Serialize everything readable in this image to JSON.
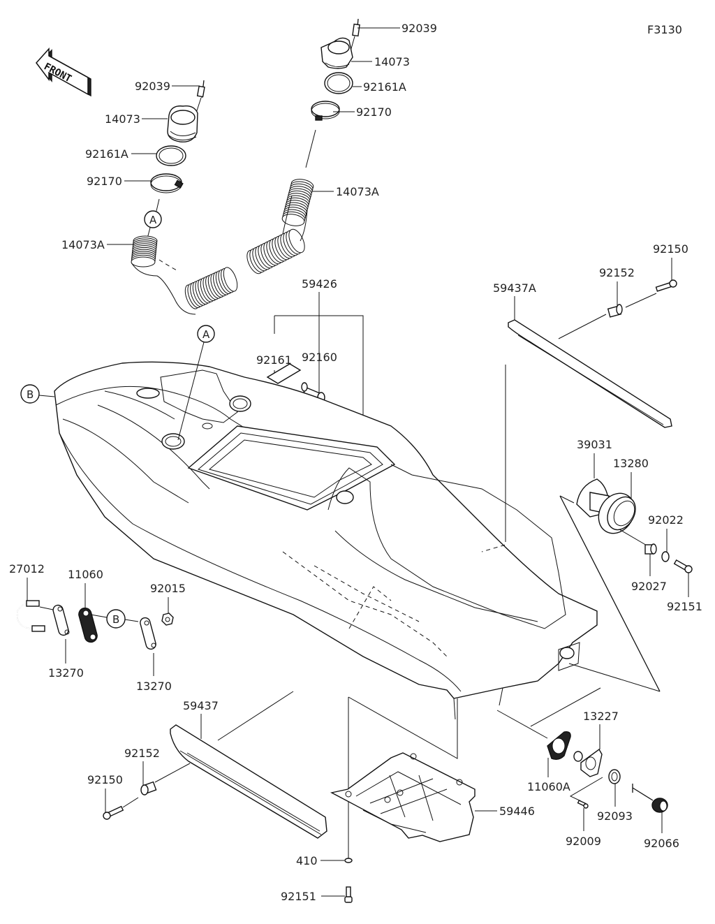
{
  "diagram": {
    "figure_code": "F3130",
    "front_label": "FRONT",
    "reference_markers": {
      "a": "A",
      "b": "B"
    },
    "parts": {
      "top_right_screw": "92039",
      "top_right_duct": "14073",
      "top_right_seal": "92161A",
      "top_right_clamp": "92170",
      "top_right_hose": "14073A",
      "top_left_screw": "92039",
      "top_left_duct": "14073",
      "top_left_seal": "92161A",
      "top_left_clamp": "92170",
      "top_left_hose": "14073A",
      "kit": "59426",
      "pad": "92161",
      "pipe": "92160",
      "right_sponson": "59437A",
      "right_collar": "92152",
      "right_bolt": "92150",
      "cover": "39031",
      "holder": "13280",
      "washer_22": "92022",
      "collar_27": "92027",
      "bolt_151_right": "92151",
      "cooling_hose": "27012",
      "gasket_11060": "11060",
      "nut": "92015",
      "plate_left": "13270",
      "plate_right": "13270",
      "left_sponson": "59437",
      "left_collar": "92152",
      "left_bolt": "92150",
      "gasket_11060a": "11060A",
      "fitting": "13227",
      "screw_92009": "92009",
      "washer_92093": "92093",
      "plug": "92066",
      "plate_cover": "59446",
      "washer_410": "410",
      "bolt_151_bottom": "92151"
    }
  }
}
